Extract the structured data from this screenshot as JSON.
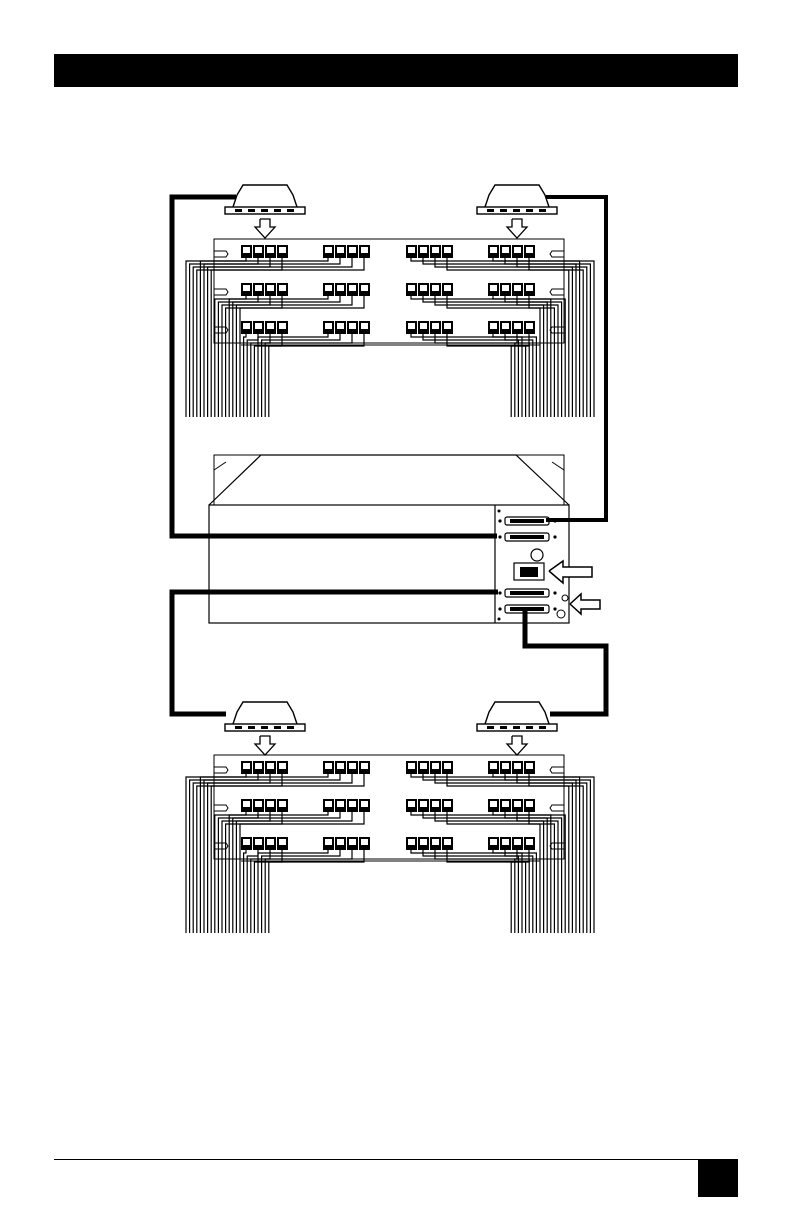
{
  "page": {
    "header_bar_color": "#000000",
    "ink_color": "#000000",
    "background_color": "#ffffff"
  },
  "diagram": {
    "patch_panels": [
      {
        "position": "top",
        "rows": 3,
        "groups_per_row": 4,
        "jacks_per_group": 4
      },
      {
        "position": "bottom",
        "rows": 3,
        "groups_per_row": 4,
        "jacks_per_group": 4
      }
    ],
    "cable_connectors": 4,
    "chassis_rear_ports": [
      "connector-1",
      "connector-2",
      "fan",
      "power-inlet",
      "connector-3",
      "connector-4"
    ],
    "arrows": [
      "connector-down-arrow",
      "power-inlet-arrow",
      "ground-arrow"
    ]
  }
}
